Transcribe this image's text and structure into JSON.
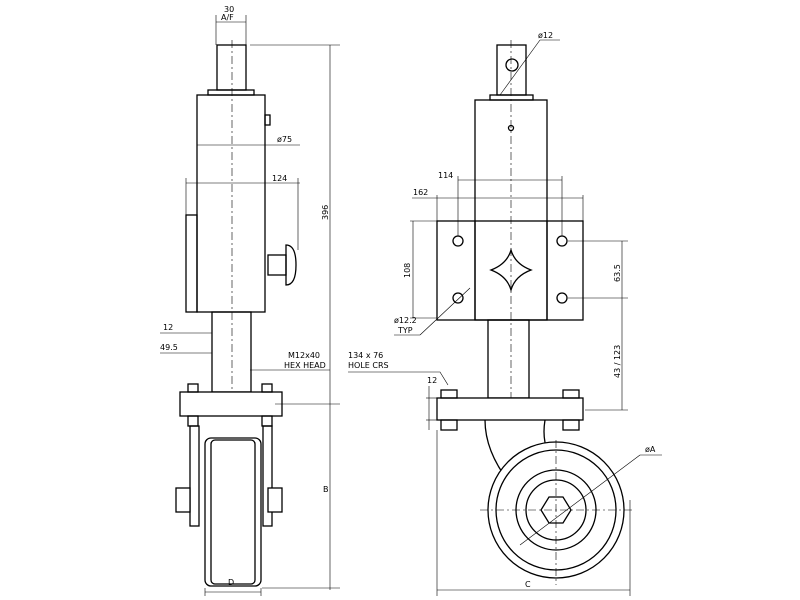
{
  "side_view": {
    "af_value": "30",
    "af_label": "A/F",
    "dia_body": "ø75",
    "width_124": "124",
    "height_396": "396",
    "dim_12": "12",
    "dim_49_5": "49.5",
    "bolt_note_1": "M12x40",
    "bolt_note_2": "HEX HEAD",
    "dim_b": "B",
    "dim_d": "D"
  },
  "front_view": {
    "dia_pin": "ø12",
    "dim_114": "114",
    "dim_162": "162",
    "dim_108": "108",
    "dim_63_5": "63.5",
    "hole_dia_1": "ø12.2",
    "hole_dia_2": "TYP",
    "hole_crs_1": "134 x 76",
    "hole_crs_2": "HOLE CRS",
    "dim_12": "12",
    "dim_43_123": "43 / 123",
    "dim_a": "øA",
    "dim_c": "C"
  }
}
